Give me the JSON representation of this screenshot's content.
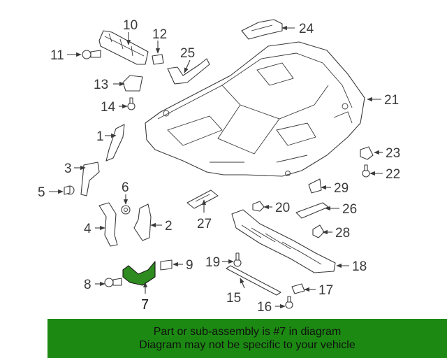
{
  "diagram": {
    "callouts": [
      "1",
      "2",
      "3",
      "4",
      "5",
      "6",
      "7",
      "8",
      "9",
      "10",
      "11",
      "12",
      "13",
      "14",
      "15",
      "16",
      "17",
      "18",
      "19",
      "20",
      "21",
      "22",
      "23",
      "24",
      "25",
      "26",
      "27",
      "28",
      "29"
    ],
    "highlight_color": "#2e8b1f"
  },
  "footer": {
    "line1": "Part or sub-assembly is #7 in diagram",
    "line2": "Diagram may not be specific to your vehicle",
    "background": "#1c8a12"
  }
}
